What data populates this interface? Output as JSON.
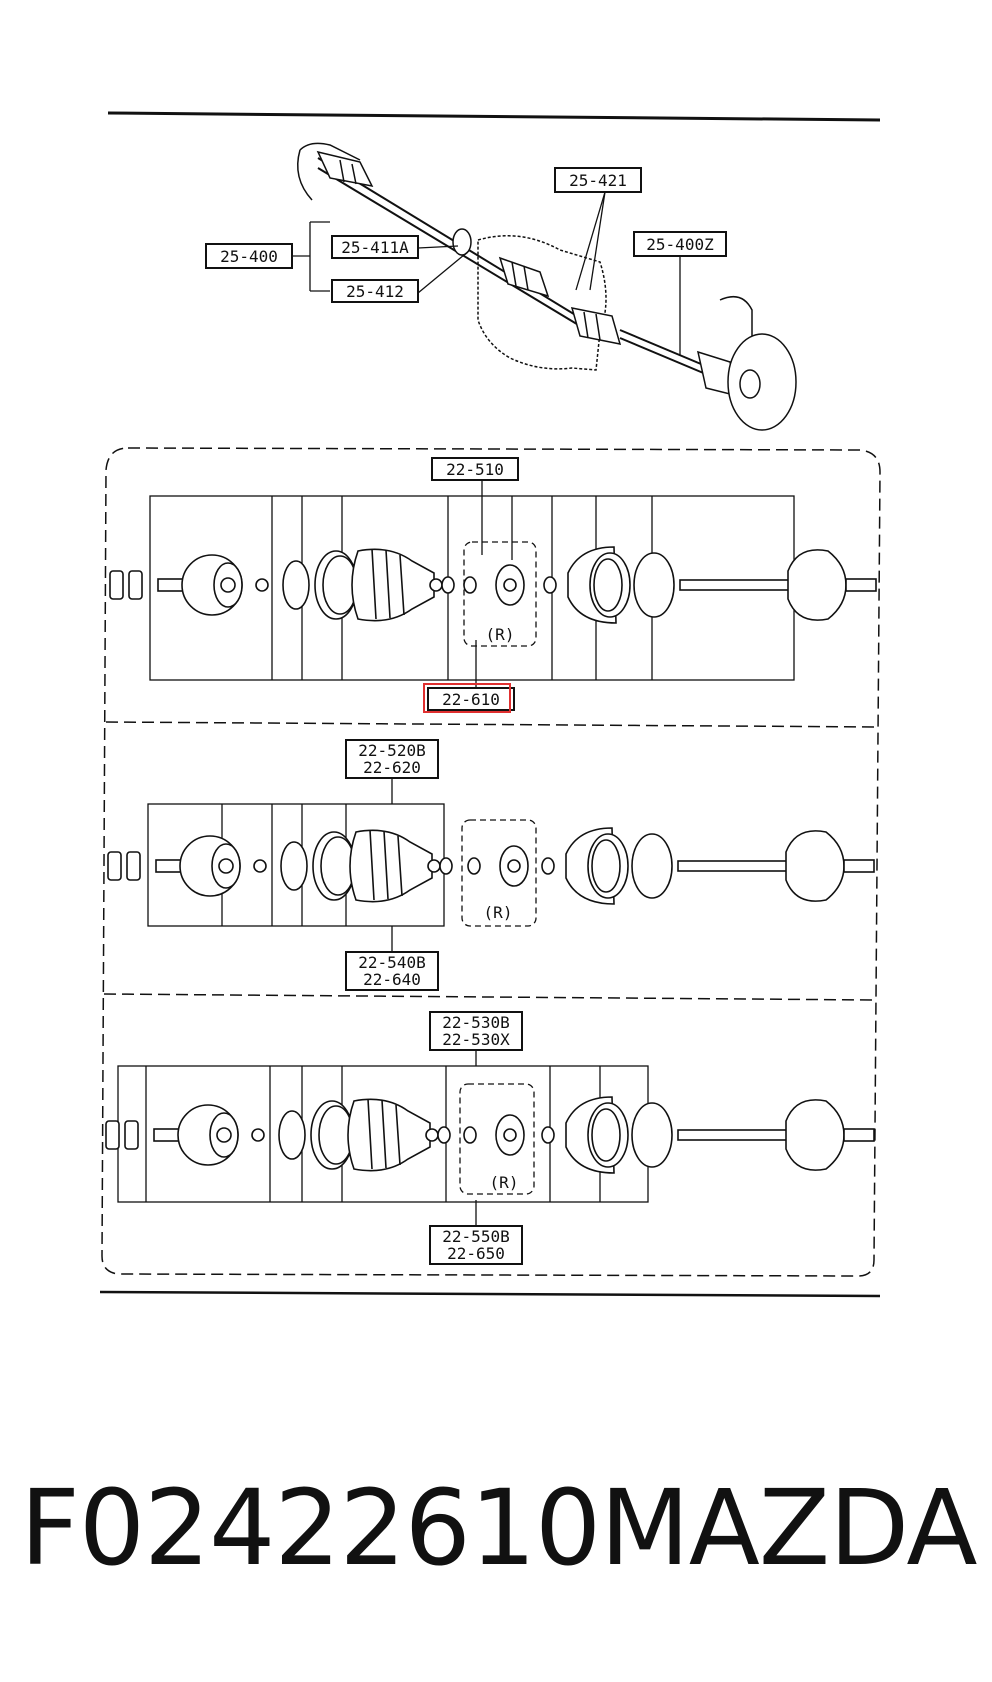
{
  "overview": {
    "assembly_label": "25-400",
    "part_a_label": "25-411A",
    "part_b_label": "25-412",
    "clip_label": "25-421",
    "right_shaft_label": "25-400Z"
  },
  "panels": [
    {
      "top_labels": [
        "22-510"
      ],
      "bottom_labels": [
        "22-610"
      ],
      "inset_label": "(R)",
      "highlighted": "22-610"
    },
    {
      "top_labels": [
        "22-520B",
        "22-620"
      ],
      "bottom_labels": [
        "22-540B",
        "22-640"
      ],
      "inset_label": "(R)"
    },
    {
      "top_labels": [
        "22-530B",
        "22-530X"
      ],
      "bottom_labels": [
        "22-550B",
        "22-650"
      ],
      "inset_label": "(R)"
    }
  ],
  "caption": {
    "part_number": "F02422610",
    "brand": "MAZDA"
  },
  "colors": {
    "line": "#111111",
    "highlight": "#e03030"
  }
}
